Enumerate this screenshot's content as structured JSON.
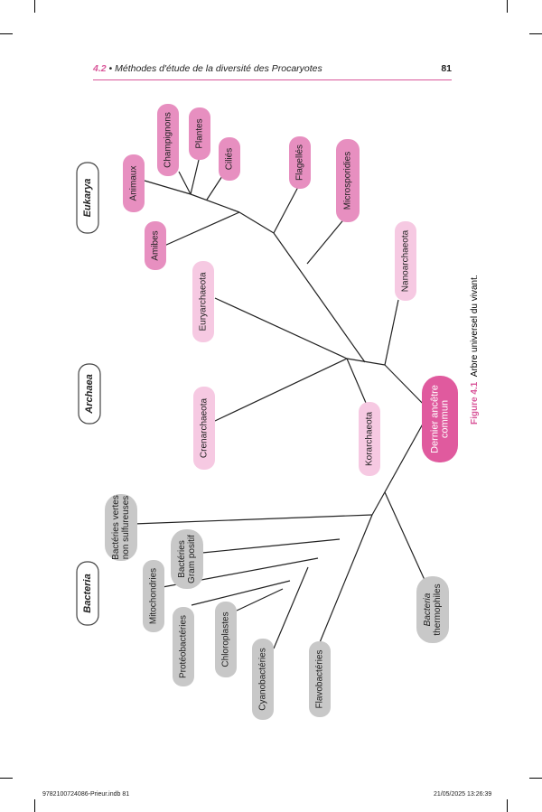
{
  "header": {
    "section_number": "4.2",
    "separator": "•",
    "section_title": "Méthodes d'étude de la diversité des Procaryotes",
    "page_number": "81"
  },
  "figure": {
    "caption_label": "Figure 4.1",
    "caption_text": "Arbre universel du vivant.",
    "domains": {
      "eukarya": "Eukarya",
      "archaea": "Archaea",
      "bacteria": "Bacteria"
    },
    "root": {
      "line1": "Dernier ancêtre",
      "line2": "commun"
    },
    "eukarya_groups": {
      "animaux": "Animaux",
      "champignons": "Champignons",
      "plantes": "Plantes",
      "cilies": "Ciliés",
      "flagelles": "Flagellés",
      "microsporidies": "Microsporidies",
      "amibes": "Amibes"
    },
    "archaea_groups": {
      "nanoarchaeota": "Nanoarchaeota",
      "euryarchaeota": "Euryarchaeota",
      "crenarchaeota": "Crenarchaeota",
      "korarchaeota": "Korarchaeota"
    },
    "bacteria_groups": {
      "vertes_line1": "Bactéries vertes",
      "vertes_line2": "non sulfureuses",
      "gram_line1": "Bactéries",
      "gram_line2": "Gram positif",
      "mitochondries": "Mitochondries",
      "proteobacteries": "Protéobactéries",
      "chloroplastes": "Chloroplastes",
      "cyanobacteries": "Cyanobactéries",
      "flavobacteries": "Flavobactéries",
      "thermo_line1": "Bacteria",
      "thermo_line2": "thermophiles"
    },
    "colors": {
      "eukarya_dark": "#e78fc0",
      "eukarya_light": "#f6c9e2",
      "root": "#e05a9e",
      "bacteria_gray": "#c8c8c8",
      "accent": "#d9579a"
    }
  },
  "footer": {
    "file": "9782100724086-Prieur.indb   81",
    "datetime": "21/05/2025   13:26:39"
  }
}
